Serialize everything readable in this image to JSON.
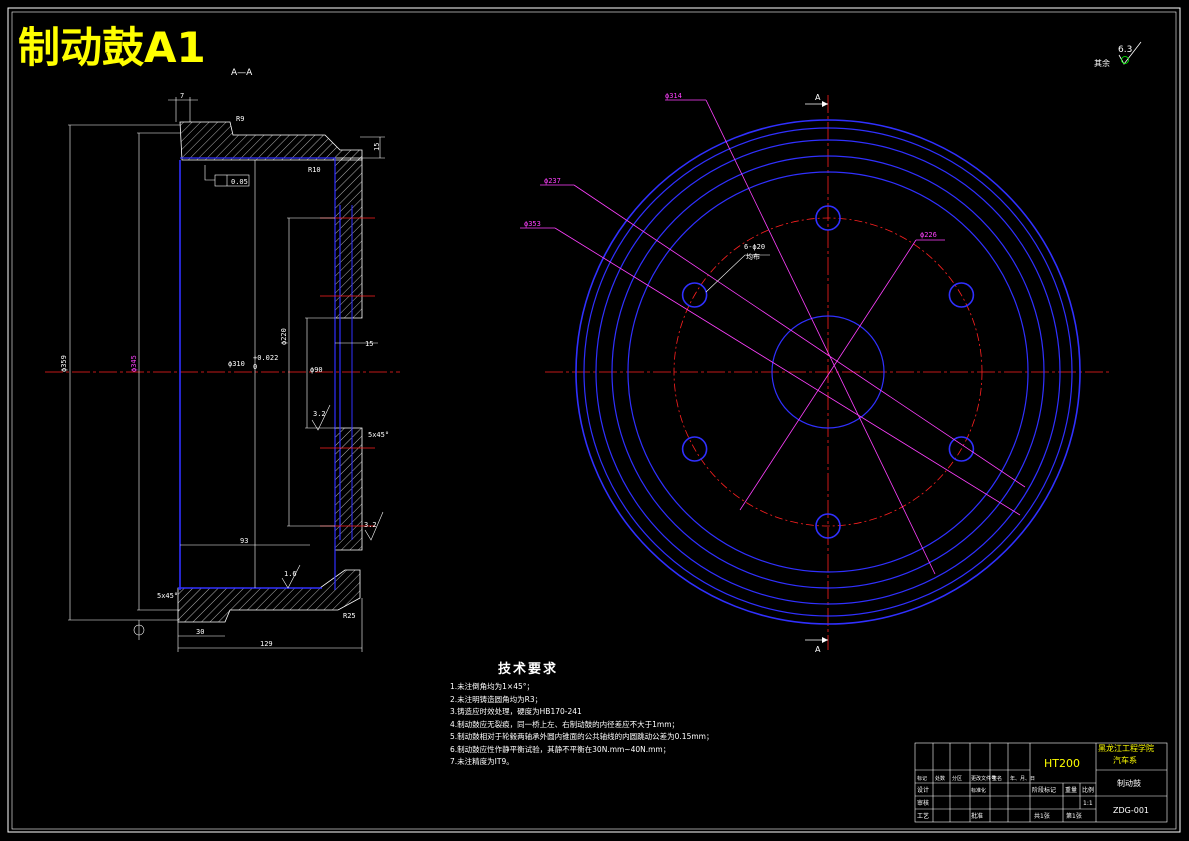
{
  "title": "制动鼓A1",
  "section_label": "A—A",
  "section_marker": "A",
  "surface_finish": {
    "value": "6.3",
    "note": "其余"
  },
  "dims_left": {
    "r9": "R9",
    "d7": "7",
    "d15_top": "15",
    "r10": "R10",
    "tol": "0.05",
    "d359": "ϕ359",
    "d345": "ϕ345",
    "d310": "ϕ310",
    "d310_tol_up": "+0.022",
    "d310_tol_low": "0",
    "d220": "ϕ220",
    "d90": "ϕ90",
    "d15_mid": "15",
    "ra32_a": "3.2",
    "chamfer_a": "5x45°",
    "ra32_b": "3.2",
    "d93": "93",
    "ra16": "1.6",
    "chamfer_b": "5x45°",
    "r25": "R25",
    "d30": "30",
    "d129": "129"
  },
  "dims_right": {
    "d314": "ϕ314",
    "d237": "ϕ237",
    "d353": "ϕ353",
    "d226": "ϕ226",
    "holes": "6-ϕ20",
    "holes_note": "均布"
  },
  "tech_req": {
    "heading": "技术要求",
    "items": [
      "1.未注倒角均为1×45°；",
      "2.未注明铸造圆角均为R3；",
      "3.铸造应时效处理，硬度为HB170-241",
      "4.制动鼓应无裂痕，同一桥上左、右制动鼓的内径差应不大于1mm；",
      "5.制动鼓相对于轮毂两轴承外圆内锥面的公共轴线的内圆跳动公差为0.15mm；",
      "6.制动鼓应性作静平衡试验，其静不平衡在30N.mm~40N.mm；",
      "7.未注精度为IT9。"
    ]
  },
  "title_block": {
    "material": "HT200",
    "school": "黑龙江工程学院",
    "dept": "汽车系",
    "part_name": "制动鼓",
    "drawing_no": "ZDG-001",
    "stage_mark": "阶段标记",
    "weight": "重量",
    "scale_label": "比例",
    "scale": "1:1",
    "sheets": "共1张",
    "sheet_no": "第1张",
    "row_labels": [
      "标记",
      "处数",
      "分区",
      "更改文件号",
      "签名",
      "年、月、日"
    ],
    "design": "设计",
    "std": "标准化",
    "review": "审核",
    "process": "工艺",
    "approve": "批准"
  }
}
